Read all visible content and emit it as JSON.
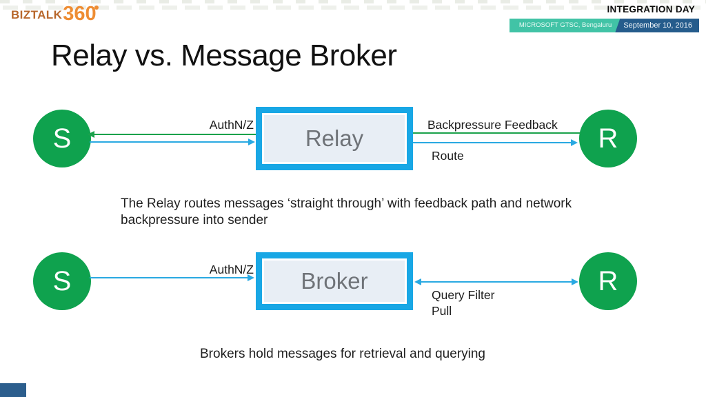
{
  "header": {
    "logo": {
      "biztalk": "BIZTALK",
      "threesixty": "360"
    },
    "event_title": "INTEGRATION DAY",
    "banner": {
      "venue": "MICROSOFT GTSC, Bengaluru",
      "date": "September 10, 2016",
      "venue_bg": "#41c3a6",
      "date_bg": "#255c8c"
    }
  },
  "slide": {
    "title": "Relay vs. Message Broker",
    "colors": {
      "node_green": "#0fa24e",
      "arrow_green": "#1ba24b",
      "arrow_blue": "#29a9e2",
      "box_border_blue": "#18a7e5",
      "box_fill": "#e8eef5",
      "box_text_gray": "#6f7378"
    },
    "relay_diagram": {
      "sender": "S",
      "receiver": "R",
      "node": "Relay",
      "labels": {
        "authnz": "AuthN/Z",
        "backpressure": "Backpressure Feedback",
        "route": "Route"
      },
      "caption": "The Relay routes messages ‘straight through’ with feedback path and network\nbackpressure into sender"
    },
    "broker_diagram": {
      "sender": "S",
      "receiver": "R",
      "node": "Broker",
      "labels": {
        "authnz": "AuthN/Z",
        "query_filter": "Query Filter",
        "pull": "Pull"
      },
      "caption": "Brokers hold messages for retrieval and querying"
    }
  }
}
